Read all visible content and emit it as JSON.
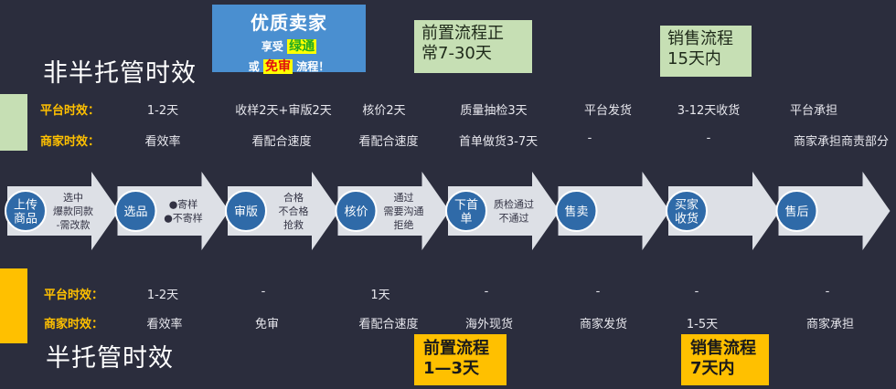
{
  "top": {
    "title": "非半托管时效",
    "badge": {
      "title": "优质卖家",
      "line1_prefix": "享受",
      "line1_highlight": "绿通",
      "line2_prefix": "或",
      "line2_highlight": "免审",
      "line2_suffix": "流程！"
    },
    "callout_pre": {
      "line1": "前置流程正",
      "line2": "常7-30天"
    },
    "callout_sale": {
      "line1": "销售流程",
      "line2": "15天内"
    },
    "platform_label": "平台时效：",
    "merchant_label": "商家时效：",
    "platform_cells": [
      "1-2天",
      "收样2天+审版2天",
      "核价2天",
      "质量抽检3天",
      "平台发货",
      "3-12天收货",
      "平台承担"
    ],
    "merchant_cells": [
      "看效率",
      "看配合速度",
      "看配合速度",
      "首单做货3-7天",
      "-",
      "-",
      "商家承担商责部分"
    ]
  },
  "flow": {
    "steps": [
      {
        "circle": [
          "上传",
          "商品"
        ],
        "notes": [
          "选中",
          "爆款同款",
          "-需改款"
        ]
      },
      {
        "circle": [
          "选品"
        ],
        "notes": [
          "●寄样",
          "●不寄样"
        ]
      },
      {
        "circle": [
          "审版"
        ],
        "notes": [
          "合格",
          "不合格",
          "抢救"
        ]
      },
      {
        "circle": [
          "核价"
        ],
        "notes": [
          "通过",
          "需要沟通",
          "拒绝"
        ]
      },
      {
        "circle": [
          "下首",
          "单"
        ],
        "notes": [
          "质检通过",
          "不通过"
        ]
      },
      {
        "circle": [
          "售卖"
        ],
        "notes": []
      },
      {
        "circle": [
          "买家",
          "收货"
        ],
        "notes": []
      },
      {
        "circle": [
          "售后"
        ],
        "notes": []
      }
    ],
    "colors": {
      "arrow": "#dde0e6",
      "circle": "#2f6aa8",
      "circle_stroke": "#ffffff"
    }
  },
  "bottom": {
    "title": "半托管时效",
    "platform_label": "平台时效：",
    "merchant_label": "商家时效：",
    "platform_cells": [
      "1-2天",
      "-",
      "1天",
      "-",
      "-",
      "-",
      "-"
    ],
    "merchant_cells": [
      "看效率",
      "免审",
      "看配合速度",
      "海外现货",
      "商家发货",
      "1-5天",
      "商家承担"
    ],
    "callout_pre": {
      "line1": "前置流程",
      "line2": "1—3天"
    },
    "callout_sale": {
      "line1": "销售流程",
      "line2": "7天内"
    }
  },
  "colors": {
    "background": "#2b2d3d",
    "green": "#c6dfb4",
    "yellow": "#ffc000",
    "label_yellow": "#ffc000",
    "badge_blue": "#4a8fd0"
  }
}
